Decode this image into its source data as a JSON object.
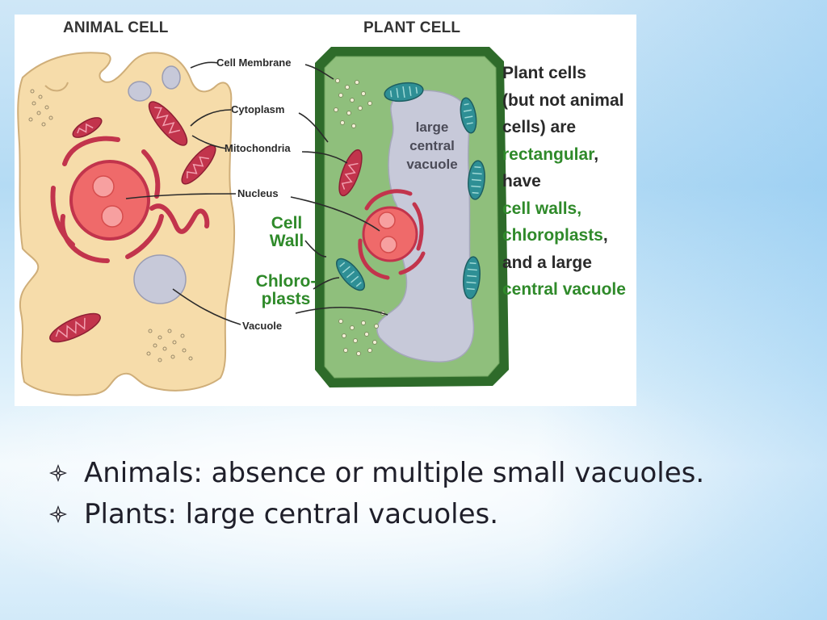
{
  "diagram": {
    "animal_heading": "ANIMAL CELL",
    "plant_heading": "PLANT CELL",
    "labels": {
      "cell_membrane": "Cell Membrane",
      "cytoplasm": "Cytoplasm",
      "mitochondria": "Mitochondria",
      "nucleus": "Nucleus",
      "cell_wall_1": "Cell",
      "cell_wall_2": "Wall",
      "chloroplasts_1": "Chloro-",
      "chloroplasts_2": "plasts",
      "vacuole": "Vacuole"
    },
    "vacuole_label": [
      "large",
      "central",
      "vacuole"
    ],
    "note": {
      "line1": "Plant cells",
      "line2": "(but not animal",
      "line3": "cells) are",
      "rect_green": "rectangular",
      "rect_comma": ",",
      "line5": "have",
      "line6": "cell walls,",
      "chloro_green": "chloroplasts",
      "chloro_comma": ",",
      "line8": "and a large",
      "line9": "central vacuole"
    },
    "colors": {
      "animal_fill": "#f6dcaa",
      "plant_wall": "#2e6b2a",
      "plant_cytoplasm": "#8fbf7c",
      "vacuole": "#c7c9d9",
      "nucleus": "#ef6a6a",
      "mitochondria": "#c2344c",
      "chloroplast": "#2e8f95",
      "label_green": "#2f8a2a"
    }
  },
  "bullets": [
    {
      "icon": "diamond-bullet-icon",
      "text": "Animals: absence or multiple small vacuoles."
    },
    {
      "icon": "diamond-bullet-icon",
      "text": "Plants: large central vacuoles."
    }
  ]
}
